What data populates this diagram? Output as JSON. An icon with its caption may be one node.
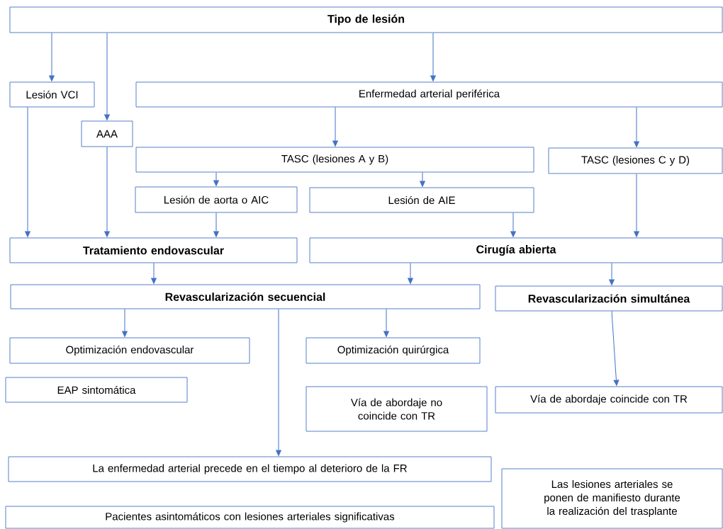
{
  "diagram": {
    "nodes": [
      {
        "text": [
          "Tipo de lesión"
        ]
      },
      {
        "text": [
          "Lesión VCI"
        ]
      },
      {
        "text": [
          "Enfermedad arterial periférica"
        ]
      },
      {
        "text": [
          "AAA"
        ]
      },
      {
        "text": [
          "TASC (lesiones A y B)"
        ]
      },
      {
        "text": [
          "TASC (lesiones C y D)"
        ]
      },
      {
        "text": [
          "Lesión de aorta o AIC"
        ]
      },
      {
        "text": [
          "Lesión de AIE"
        ]
      },
      {
        "text": [
          "Tratamiento endovascular"
        ]
      },
      {
        "text": [
          "Cirugía abierta"
        ]
      },
      {
        "text": [
          "Revascularización secuencial"
        ]
      },
      {
        "text": [
          "Revascularización simultánea"
        ]
      },
      {
        "text": [
          "Optimización endovascular"
        ]
      },
      {
        "text": [
          "Optimización quirúrgica"
        ]
      },
      {
        "text": [
          "EAP sintomática"
        ]
      },
      {
        "text": [
          "Vía de abordaje no coincide con TR"
        ]
      },
      {
        "text": [
          "Vía de abordaje coincide con TR"
        ]
      },
      {
        "text": [
          "La enfermedad arterial precede en el tiempo al deterioro de la FR"
        ]
      },
      {
        "text": [
          "Las lesiones arteriales se ponen de manifiesto durante la realización del trasplante"
        ]
      },
      {
        "text": [
          "Pacientes asintomáticos con lesiones arteriales significativas"
        ]
      }
    ],
    "edges": [
      {
        "from": 0,
        "to": 1,
        "arrow": "to"
      },
      {
        "from": 0,
        "to": 3,
        "arrow": "to"
      },
      {
        "from": 0,
        "to": 2,
        "arrow": "to"
      },
      {
        "from": 2,
        "to": 4,
        "arrow": "to"
      },
      {
        "from": 2,
        "to": 5,
        "arrow": "to"
      },
      {
        "from": 4,
        "to": 6,
        "arrow": "to"
      },
      {
        "from": 4,
        "to": 7,
        "arrow": "to"
      },
      {
        "from": 1,
        "to": 8,
        "arrow": "to"
      },
      {
        "from": 3,
        "to": 8,
        "arrow": "to"
      },
      {
        "from": 6,
        "to": 8,
        "arrow": "to"
      },
      {
        "from": 7,
        "to": 9,
        "arrow": "to"
      },
      {
        "from": 5,
        "to": 9,
        "arrow": "to"
      },
      {
        "from": 8,
        "to": 10,
        "arrow": "to"
      },
      {
        "from": 9,
        "to": 10,
        "arrow": "to"
      },
      {
        "from": 9,
        "to": 11,
        "arrow": "to"
      },
      {
        "from": 10,
        "to": 12,
        "arrow": "to"
      },
      {
        "from": 10,
        "to": 13,
        "arrow": "to"
      },
      {
        "from": 10,
        "to": 17,
        "arrow": "to"
      },
      {
        "from": 11,
        "to": 16,
        "arrow": "to"
      }
    ]
  }
}
